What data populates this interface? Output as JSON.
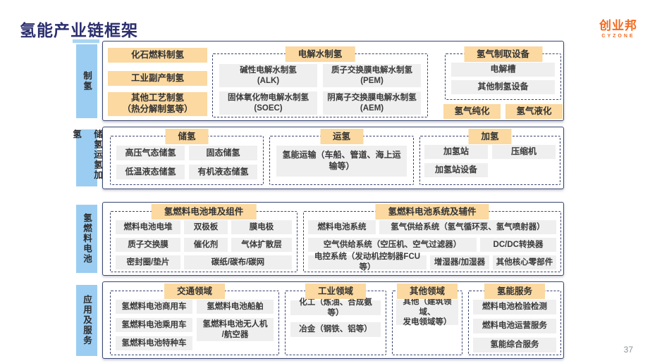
{
  "page": {
    "title": "氢能产业链框架",
    "page_number": "37",
    "logo": {
      "name": "创业邦",
      "tagline": "CYZONE"
    }
  },
  "colors": {
    "header_orange": "#FBD9A1",
    "item_gray": "#EFEFEF",
    "label_blue": "#9BCDF2",
    "border_navy": "#3A4570",
    "title_navy": "#2B2F6E",
    "logo_orange": "#F26A1E"
  },
  "rows": [
    {
      "label": "制氢",
      "fossil": "化石燃料制氢",
      "byproduct": "工业副产制氢",
      "other": "其他工艺制氢\n（热分解制氢等）",
      "electrolysis": {
        "header": "电解水制氢",
        "items": [
          "碱性电解水制氢\n(ALK)",
          "质子交换膜电解水制氢\n(PEM)",
          "固体氧化物电解水制氢\n(SOEC)",
          "阴离子交换膜电解水制氢\n(AEM)"
        ]
      },
      "equipment": {
        "header": "氢气制取设备",
        "items": [
          "电解槽",
          "其他制氢设备"
        ]
      },
      "purification": "氢气纯化",
      "liquefaction": "氢气液化"
    },
    {
      "label": "储氢运氢加氢",
      "storage": {
        "header": "储氢",
        "items": [
          "高压气态储氢",
          "固态储氢",
          "低温液态储氢",
          "有机液态储氢"
        ]
      },
      "transport": {
        "header": "运氢",
        "items": [
          "氢能运输（车船、管道、海上运\n输等）"
        ]
      },
      "refueling": {
        "header": "加氢",
        "items": [
          "加氢站",
          "压缩机",
          "加氢站设备"
        ]
      }
    },
    {
      "label": "氢燃料电池",
      "stack": {
        "header": "氢燃料电池堆及组件",
        "items": [
          "燃料电池电堆",
          "双极板",
          "膜电极",
          "质子交换膜",
          "催化剂",
          "气体扩散层",
          "密封圈/垫片",
          "碳纸/碳布/碳网"
        ]
      },
      "system": {
        "header": "氢燃料电池系统及辅件",
        "items": [
          "燃料电池系统",
          "氢气供给系统（氢气循环泵、氢气喷射器）",
          "空气供给系统（空压机、空气过滤器）",
          "DC/DC转换器",
          "电控系统（发动机控制器FCU等）",
          "增湿器/加湿器",
          "其他核心零部件"
        ]
      }
    },
    {
      "label": "应用及服务",
      "traffic": {
        "header": "交通领域",
        "items": [
          "氢燃料电池商用车",
          "氢燃料电池乘用车",
          "氢燃料电池特种车",
          "氢燃料电池船舶",
          "氢燃料电池无人机\n/航空器"
        ]
      },
      "industry": {
        "header": "工业领域",
        "items": [
          "化工（炼油、合成氨等）",
          "冶金（钢铁、铝等）"
        ]
      },
      "other": {
        "header": "其他领域",
        "items": [
          "其他（建筑领域、\n发电领域等）"
        ]
      },
      "service": {
        "header": "氢能服务",
        "items": [
          "燃料电池检验检测",
          "燃料电池运营服务",
          "氢能综合服务"
        ]
      }
    }
  ]
}
